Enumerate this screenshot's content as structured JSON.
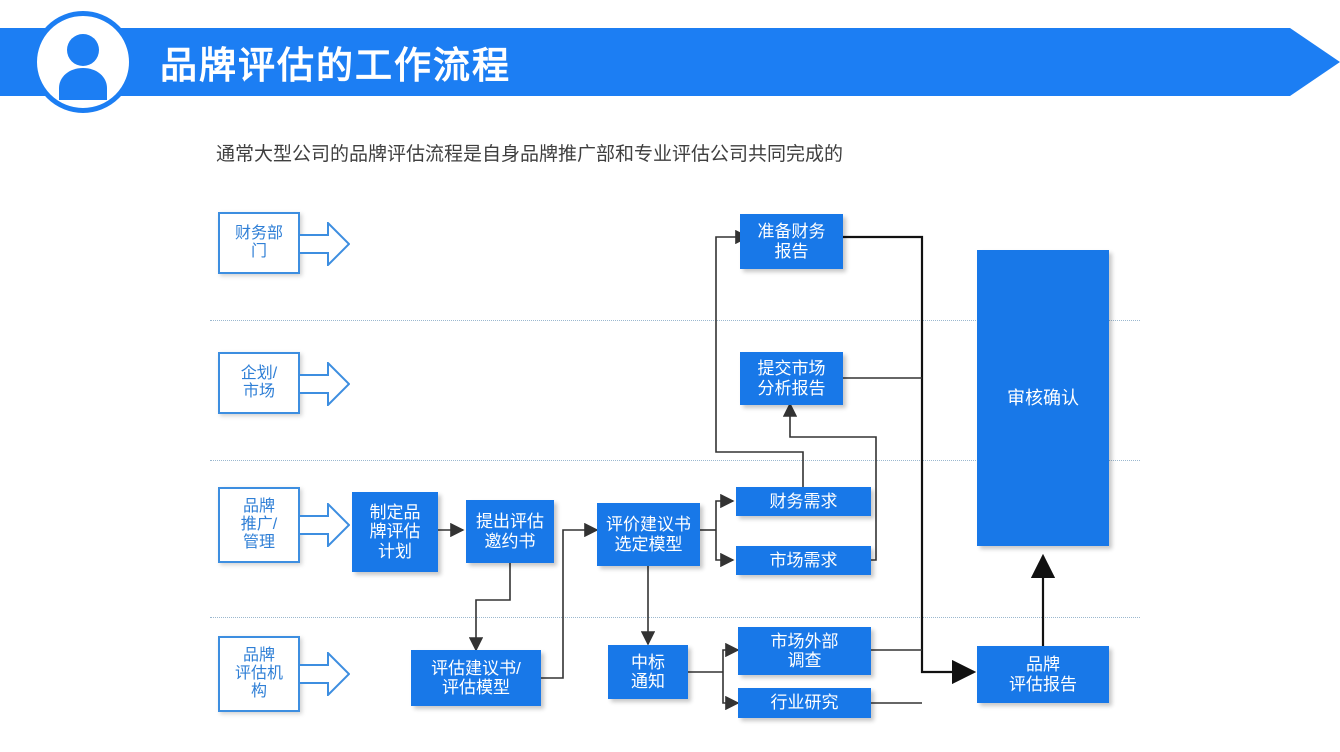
{
  "header": {
    "title": "品牌评估的工作流程",
    "avatar_icon": "person-avatar-icon",
    "bar_color": "#1c7ef3"
  },
  "subtitle": "通常大型公司的品牌评估流程是自身品牌推广部和专业评估公司共同完成的",
  "colors": {
    "accent_blue": "#1c7ef3",
    "node_blue": "#1878e8",
    "lane_border": "#3d8ee0",
    "lane_text": "#2f7fd6",
    "connector": "#333333",
    "separator": "#9bb8cf"
  },
  "lanes": [
    {
      "id": "finance",
      "label": "财务部\n门"
    },
    {
      "id": "planning",
      "label": "企划/\n市场"
    },
    {
      "id": "brand",
      "label": "品牌\n推广/\n管理"
    },
    {
      "id": "appraiser",
      "label": "品牌\n评估机\n构"
    }
  ],
  "nodes": [
    {
      "id": "prepare-financial-report",
      "label": "准备财务\n报告"
    },
    {
      "id": "submit-market-analysis",
      "label": "提交市场\n分析报告"
    },
    {
      "id": "review-confirm",
      "label": "审核确认"
    },
    {
      "id": "make-brand-plan",
      "label": "制定品\n牌评估\n计划"
    },
    {
      "id": "issue-invitation",
      "label": "提出评估\n邀约书"
    },
    {
      "id": "evaluate-proposal-model",
      "label": "评价建议书\n选定模型"
    },
    {
      "id": "financial-requirement",
      "label": "财务需求"
    },
    {
      "id": "market-requirement",
      "label": "市场需求"
    },
    {
      "id": "proposal-and-model",
      "label": "评估建议书/\n评估模型"
    },
    {
      "id": "bid-notice",
      "label": "中标\n通知"
    },
    {
      "id": "external-market-survey",
      "label": "市场外部\n调查"
    },
    {
      "id": "industry-research",
      "label": "行业研究"
    },
    {
      "id": "brand-evaluation-report",
      "label": "品牌\n评估报告"
    }
  ]
}
